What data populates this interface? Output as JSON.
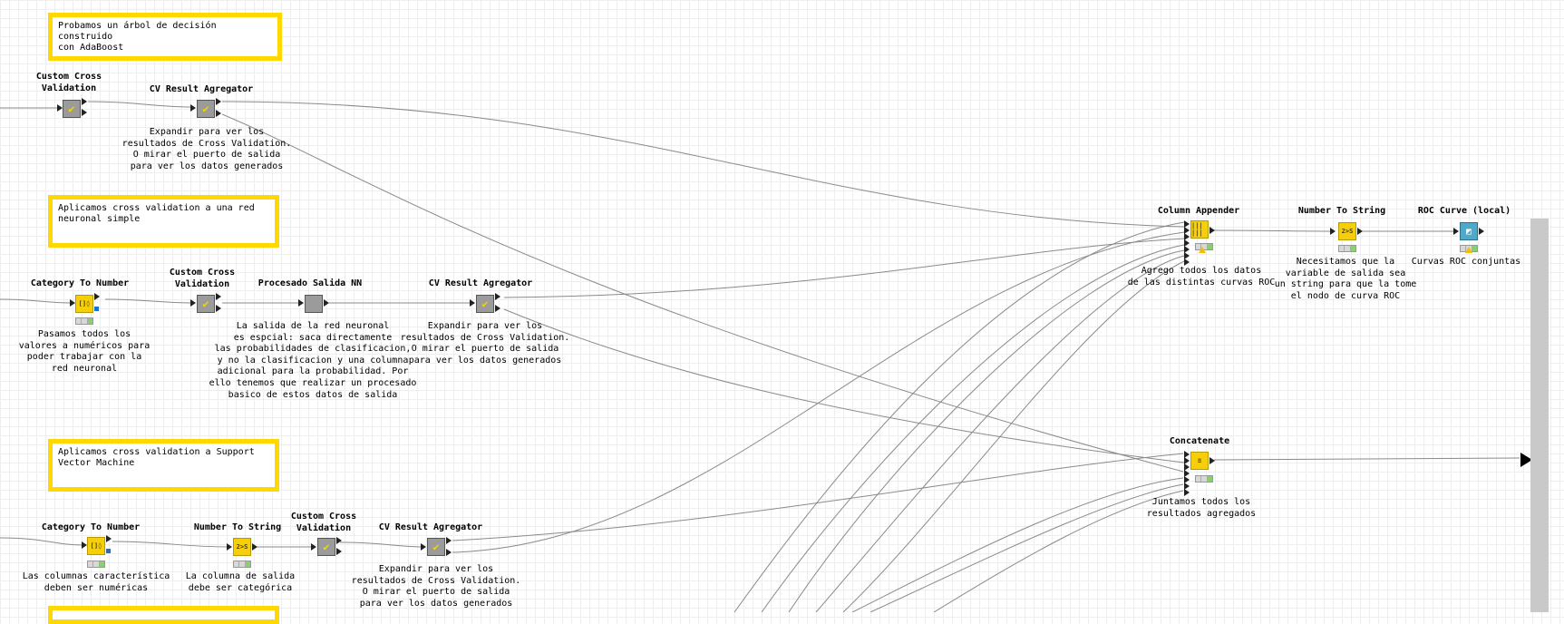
{
  "annotations": [
    {
      "text": "Probamos un árbol de decisión construido\ncon AdaBoost"
    },
    {
      "text": "Aplicamos cross validation a una red\nneuronal simple"
    },
    {
      "text": "Aplicamos cross validation a Support\nVector Machine"
    }
  ],
  "nodes": [
    {
      "title": "Custom Cross\nValidation",
      "description": "",
      "icon": "meta-node-check-icon",
      "status": "none"
    },
    {
      "title": "CV Result Agregator",
      "description": "Expandir para ver los\nresultados de Cross Validation.\nO mirar el puerto de salida\npara ver los datos generados",
      "icon": "meta-node-check-icon",
      "status": "none"
    },
    {
      "title": "Category To Number",
      "description": "Pasamos todos los\nvalores a numéricos para\npoder trabajar con la\nred neuronal",
      "icon": "category-to-number-icon",
      "status": "idle"
    },
    {
      "title": "Custom Cross\nValidation",
      "description": "",
      "icon": "meta-node-check-icon",
      "status": "none"
    },
    {
      "title": "Procesado Salida NN",
      "description": "La salida de la red neuronal\nes espcial: saca directamente\nlas probabilidades de clasificacion,\ny no la clasificacion y una columna\nadicional para la probabilidad. Por\nello tenemos que realizar un procesado\nbasico de estos datos de salida",
      "icon": "meta-node-icon",
      "status": "none"
    },
    {
      "title": "CV Result Agregator",
      "description": "Expandir para ver los\nresultados de Cross Validation.\nO mirar el puerto de salida\npara ver los datos generados",
      "icon": "meta-node-check-icon",
      "status": "none"
    },
    {
      "title": "Category To Number",
      "description": "Las columnas característica\ndeben ser numéricas",
      "icon": "category-to-number-icon",
      "status": "idle"
    },
    {
      "title": "Number To String",
      "description": "La columna de salida\ndebe ser categórica",
      "icon": "number-to-string-icon",
      "status": "idle"
    },
    {
      "title": "Custom Cross\nValidation",
      "description": "",
      "icon": "meta-node-check-icon",
      "status": "none"
    },
    {
      "title": "CV Result Agregator",
      "description": "Expandir para ver los\nresultados de Cross Validation.\nO mirar el puerto de salida\npara ver los datos generados",
      "icon": "meta-node-check-icon",
      "status": "none"
    },
    {
      "title": "Column Appender",
      "description": "Agrego todos los datos\nde las distintas curvas ROC",
      "icon": "column-appender-icon",
      "status": "warning"
    },
    {
      "title": "Number To String",
      "description": "Necesitamos que la\nvariable de salida sea\nun string para que la tome\nel nodo de curva ROC",
      "icon": "number-to-string-icon",
      "status": "idle"
    },
    {
      "title": "ROC Curve (local)",
      "description": "Curvas ROC conjuntas",
      "icon": "roc-curve-icon",
      "status": "warning"
    },
    {
      "title": "Concatenate",
      "description": "Juntamos todos los\nresultados agregados",
      "icon": "concatenate-icon",
      "status": "idle"
    }
  ],
  "icon_glyphs": {
    "meta": "✔",
    "cat_to_num": "[]◊",
    "num_to_str": "2>S",
    "col_app": "|||\n|||",
    "concat": "≡",
    "roc": "◩"
  },
  "colors": {
    "annotation_border": "#ffd800",
    "manipulator_node": "#f5cf0a",
    "meta_node": "#9b9b9b",
    "view_node": "#4fa9c9"
  }
}
